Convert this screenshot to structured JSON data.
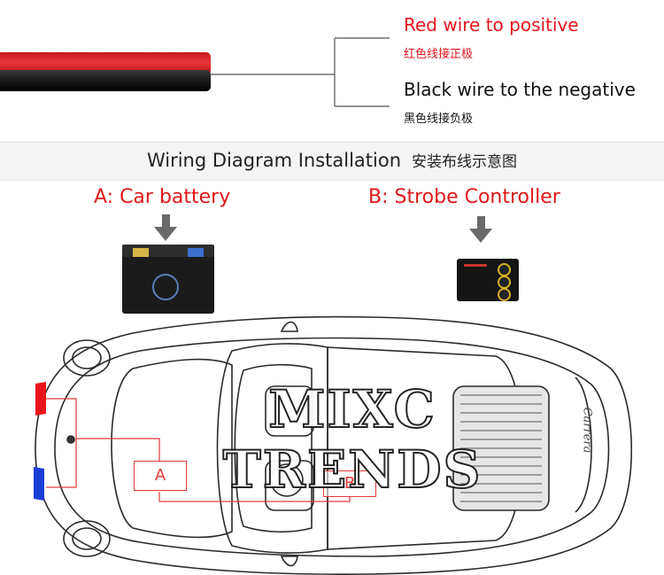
{
  "wires": {
    "red_en": "Red wire to positive",
    "red_cn": "红色线接正极",
    "black_en": "Black wire to the negative",
    "black_cn": "黑色线接负极"
  },
  "title": {
    "en": "Wiring Diagram Installation",
    "cn": "安装布线示意图"
  },
  "components": {
    "a_label": "A:  Car battery",
    "b_label": "B: Strobe Controller"
  },
  "diagram": {
    "box_a": "A",
    "box_b": "B"
  },
  "watermark": "MIXC TRENDS",
  "car_script": "Carrera",
  "colors": {
    "accent_red": "#e01818",
    "wire_red": "#d82a2a",
    "strobe_red": "#e8141c",
    "strobe_blue": "#1a3fd6"
  }
}
